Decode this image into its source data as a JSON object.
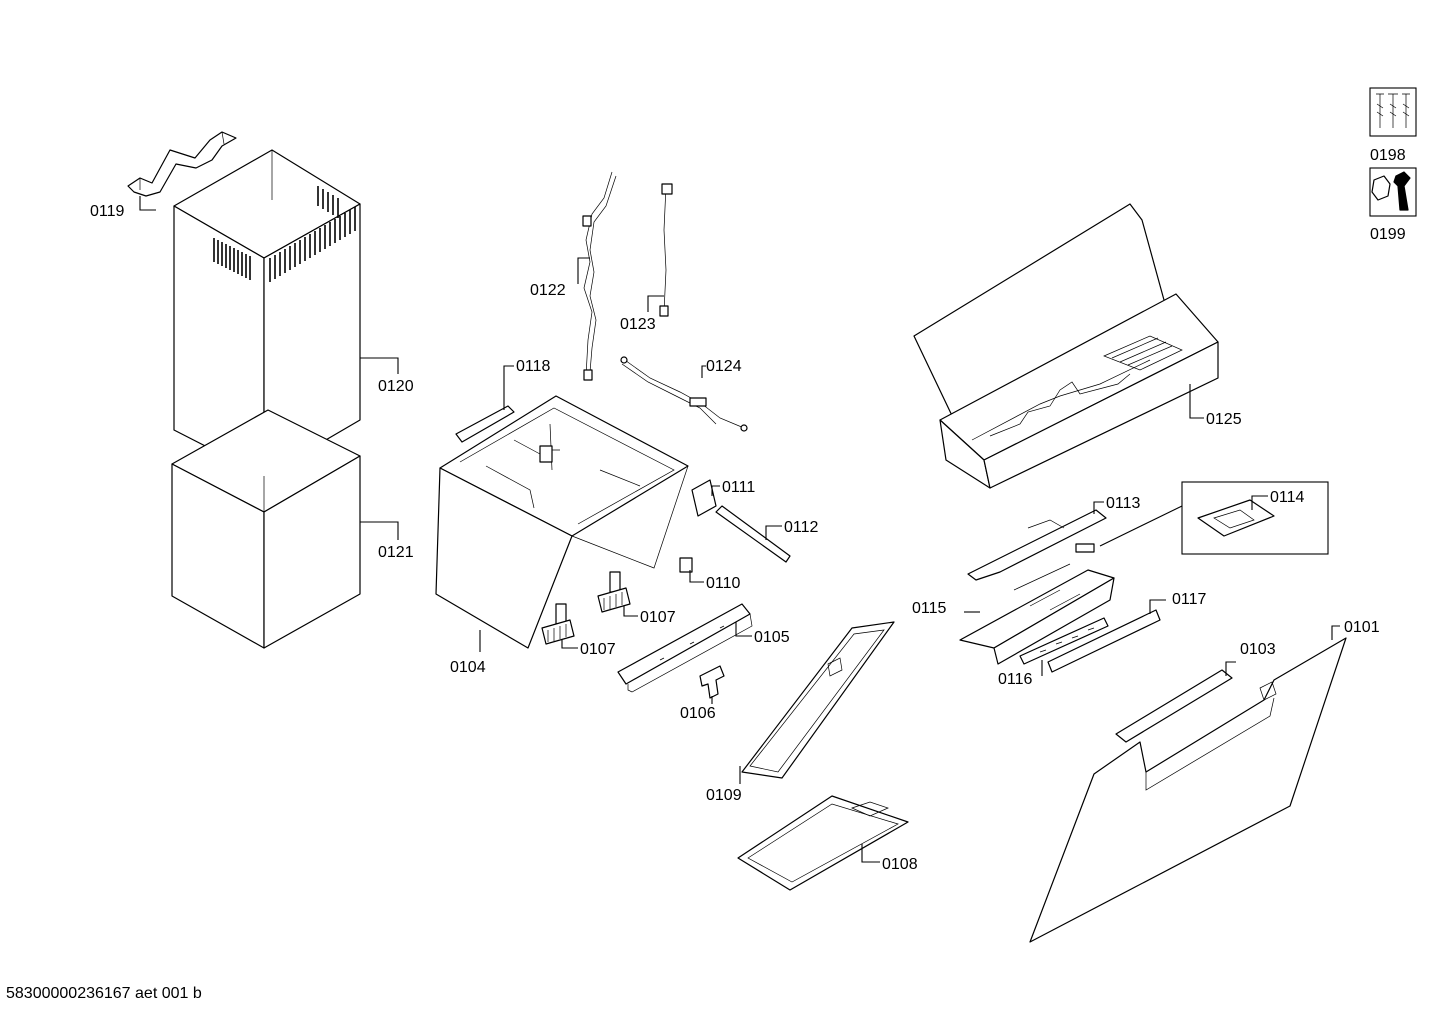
{
  "diagram": {
    "footer_code": "58300000236167 aet 001 b",
    "legend": {
      "screws_label": "0198",
      "screws_icon": "screws-icon",
      "tool_label": "0199",
      "tool_icon": "wrench-nut-icon"
    },
    "labels": {
      "p0101": "0101",
      "p0103": "0103",
      "p0104": "0104",
      "p0105": "0105",
      "p0106": "0106",
      "p0107a": "0107",
      "p0107b": "0107",
      "p0108": "0108",
      "p0109": "0109",
      "p0110": "0110",
      "p0111": "0111",
      "p0112": "0112",
      "p0113": "0113",
      "p0114": "0114",
      "p0115": "0115",
      "p0116": "0116",
      "p0117": "0117",
      "p0118": "0118",
      "p0119": "0119",
      "p0120": "0120",
      "p0121": "0121",
      "p0122": "0122",
      "p0123": "0123",
      "p0124": "0124",
      "p0125": "0125"
    }
  }
}
